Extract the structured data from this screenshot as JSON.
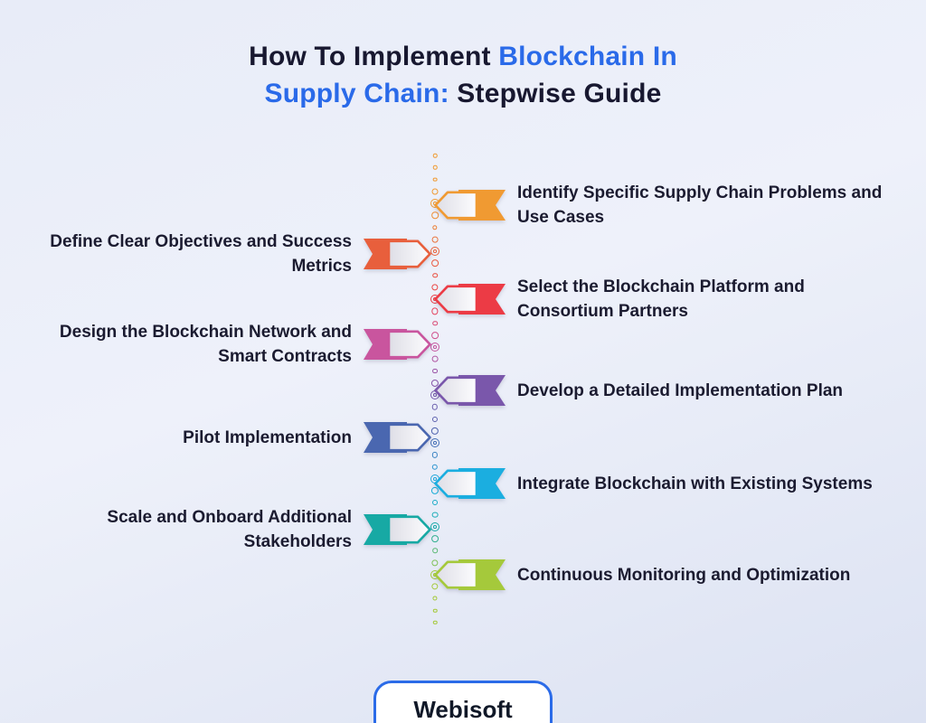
{
  "title": {
    "line1_dark": "How To Implement ",
    "line1_blue": "Blockchain In",
    "line2_blue": "Supply Chain:",
    "line2_dark": " Stepwise Guide",
    "highlight_color": "#2a6ae9",
    "text_color": "#181830"
  },
  "steps": [
    {
      "label": "Identify Specific Supply Chain Problems and\nUse Cases",
      "side": "right",
      "color": "#F09A32"
    },
    {
      "label": "Define Clear Objectives and Success\nMetrics",
      "side": "left",
      "color": "#E85F3C"
    },
    {
      "label": "Select the Blockchain Platform and\nConsortium Partners",
      "side": "right",
      "color": "#EC3B45"
    },
    {
      "label": "Design the Blockchain Network and\nSmart Contracts",
      "side": "left",
      "color": "#C9559E"
    },
    {
      "label": "Develop a Detailed Implementation Plan",
      "side": "right",
      "color": "#7A57AB"
    },
    {
      "label": "Pilot Implementation",
      "side": "left",
      "color": "#4A67B0"
    },
    {
      "label": "Integrate Blockchain with Existing Systems",
      "side": "right",
      "color": "#1BAEE0"
    },
    {
      "label": "Scale and Onboard Additional\nStakeholders",
      "side": "left",
      "color": "#17A9A4"
    },
    {
      "label": "Continuous Monitoring and Optimization",
      "side": "right",
      "color": "#A5C93B"
    }
  ],
  "footer": {
    "brand": "Webisoft",
    "border_color": "#2b6be8"
  }
}
